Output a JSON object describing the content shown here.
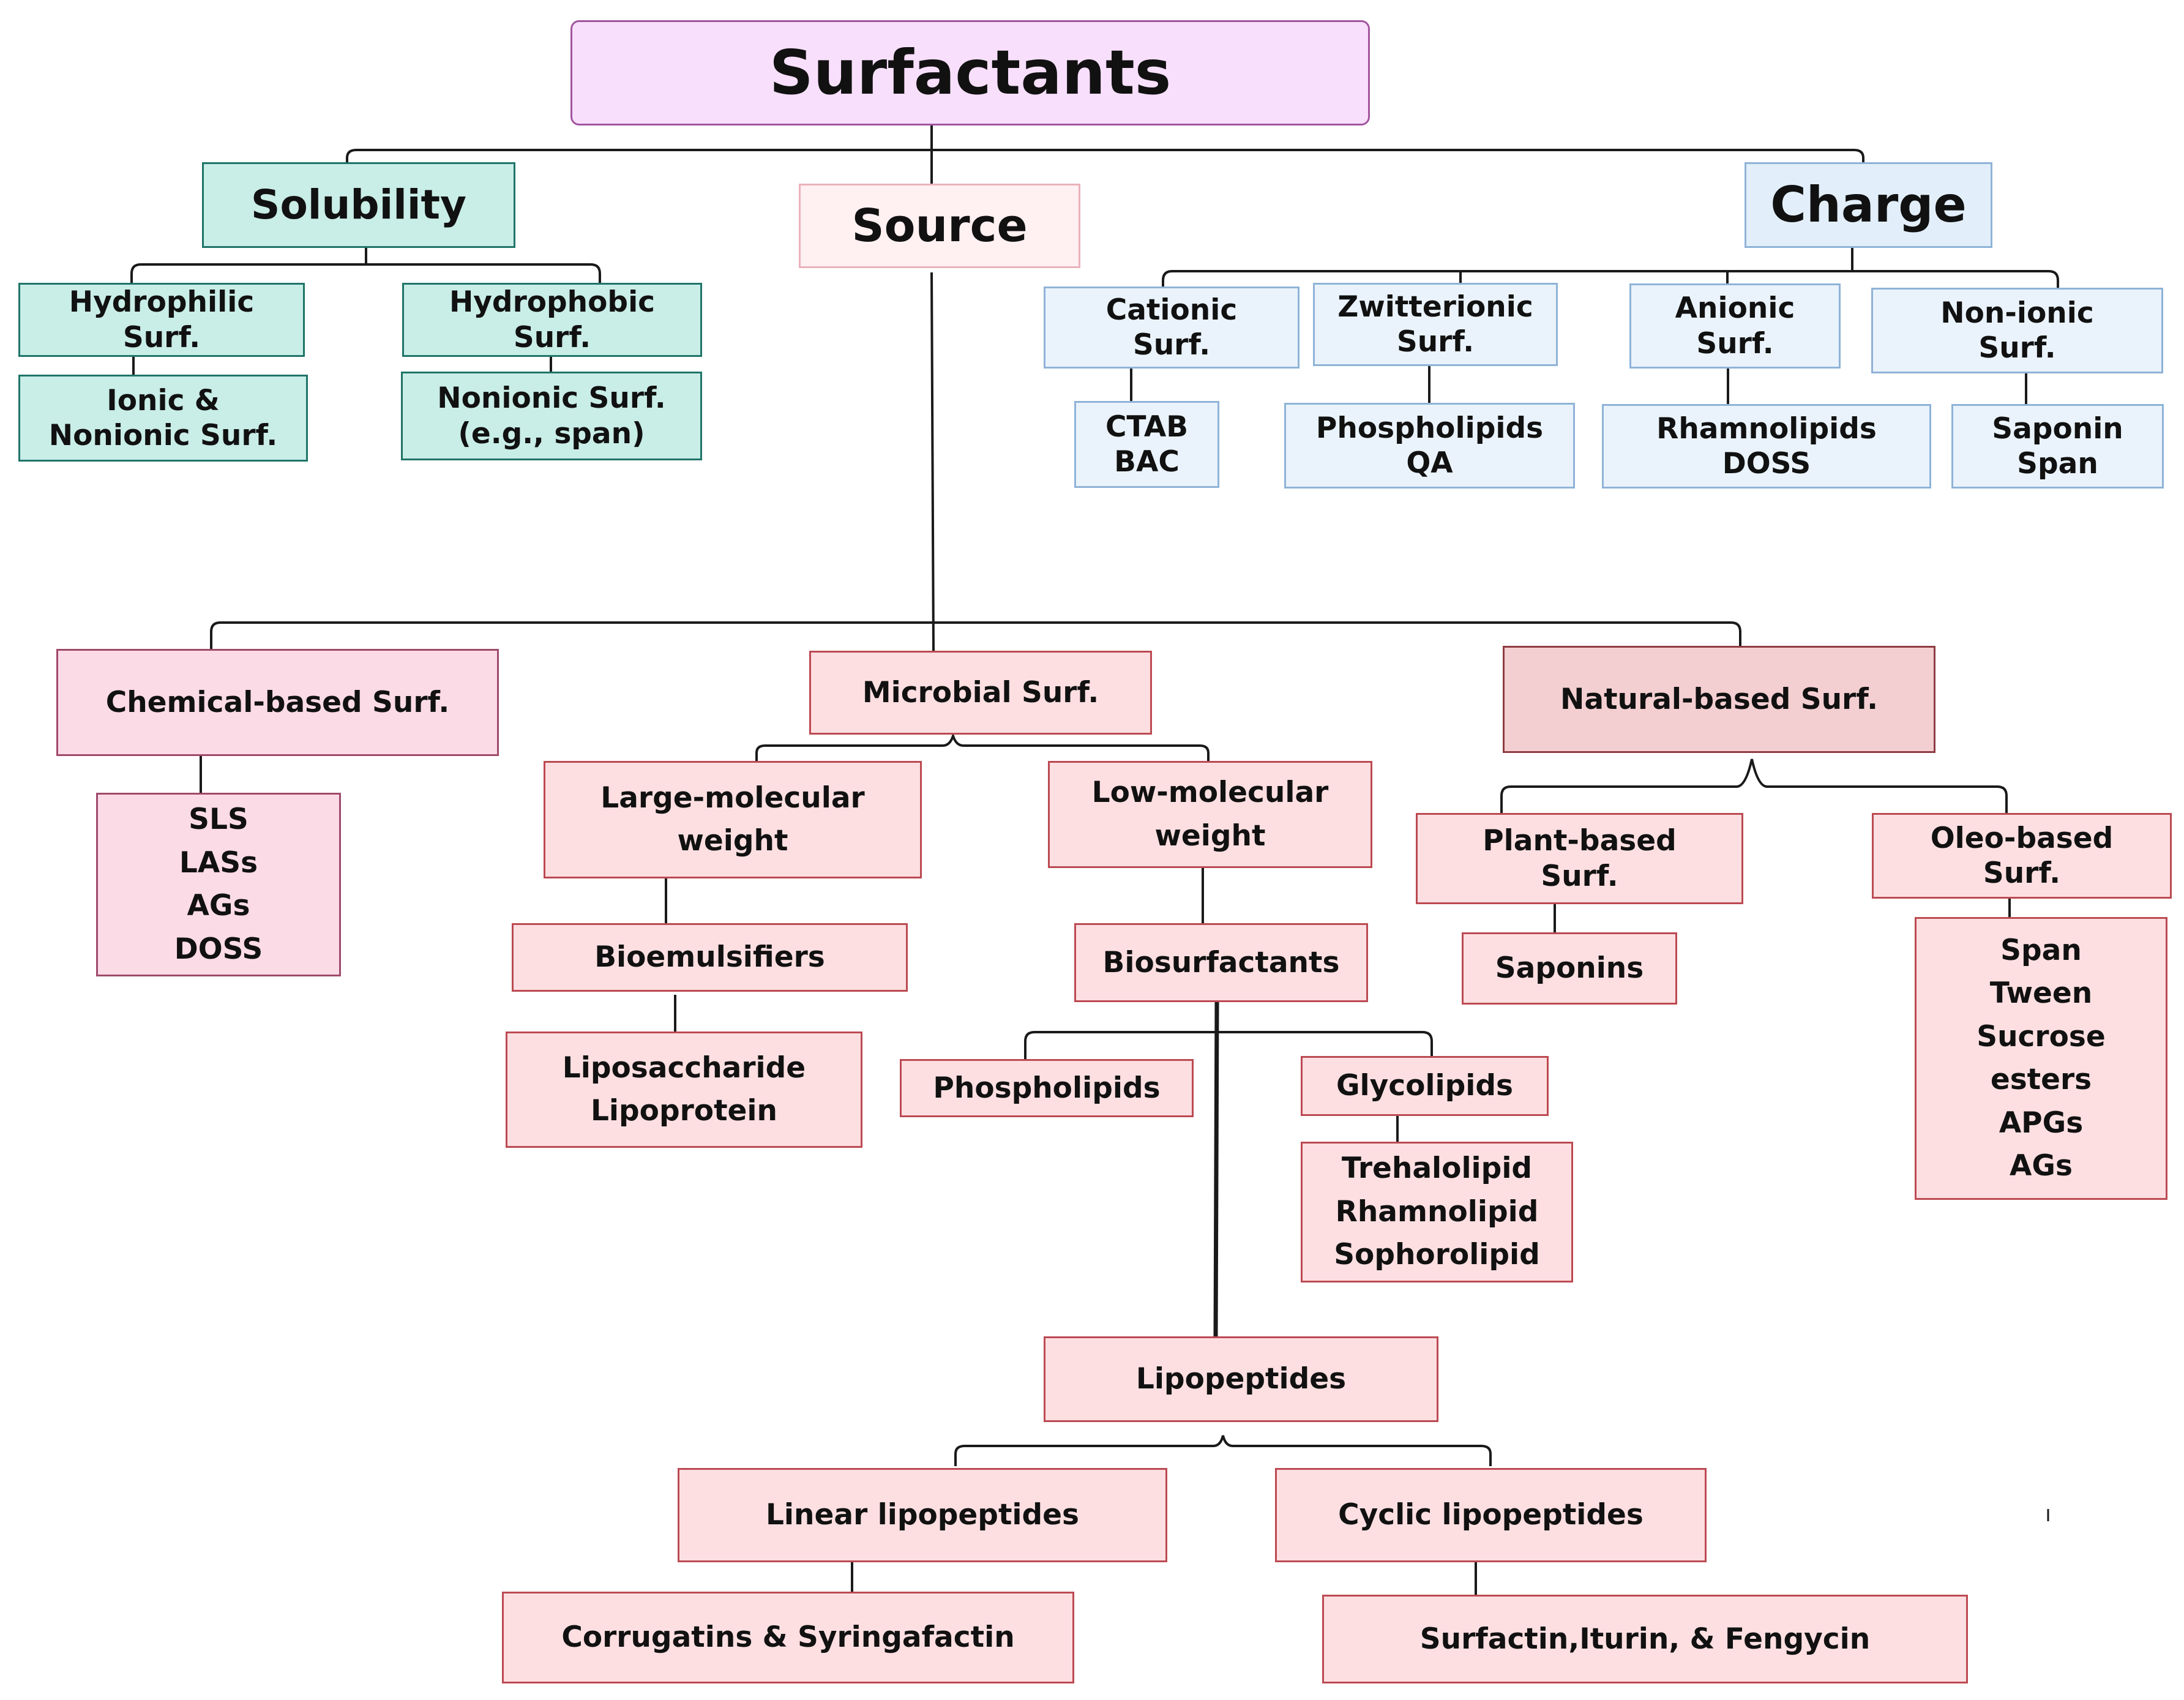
{
  "title": "Surfactants",
  "categories": {
    "solubility": "Solubility",
    "source": "Source",
    "charge": "Charge"
  },
  "solubility": {
    "hydrophilic": [
      "Hydrophilic",
      "Surf."
    ],
    "hydrophilic_examples": [
      "Ionic &",
      "Nonionic Surf."
    ],
    "hydrophobic": [
      "Hydrophobic",
      "Surf."
    ],
    "hydrophobic_examples": [
      "Nonionic Surf.",
      "(e.g., span)"
    ]
  },
  "charge": {
    "cationic": [
      "Cationic",
      "Surf."
    ],
    "cationic_examples": [
      "CTAB",
      "BAC"
    ],
    "zwitterionic": [
      "Zwitterionic",
      "Surf."
    ],
    "zwitterionic_examples": [
      "Phospholipids",
      "QA"
    ],
    "anionic": [
      "Anionic",
      "Surf."
    ],
    "anionic_examples": [
      "Rhamnolipids",
      "DOSS"
    ],
    "nonionic": [
      "Non-ionic",
      "Surf."
    ],
    "nonionic_examples": [
      "Saponin",
      "Span"
    ]
  },
  "source": {
    "chemical": "Chemical-based Surf.",
    "chemical_examples": [
      "SLS",
      "LASs",
      "AGs",
      "DOSS"
    ],
    "microbial": "Microbial Surf.",
    "natural": "Natural-based Surf.",
    "large_mw": [
      "Large-molecular",
      "weight"
    ],
    "bioemulsifiers": "Bioemulsifiers",
    "bioemulsifier_examples": [
      "Liposaccharide",
      "Lipoprotein"
    ],
    "low_mw": [
      "Low-molecular",
      "weight"
    ],
    "biosurfactants": "Biosurfactants",
    "phospholipids": "Phospholipids",
    "glycolipids": "Glycolipids",
    "glycolipid_examples": [
      "Trehalolipid",
      "Rhamnolipid",
      "Sophorolipid"
    ],
    "lipopeptides": "Lipopeptides",
    "linear": "Linear lipopeptides",
    "linear_examples": "Corrugatins & Syringafactin",
    "cyclic": "Cyclic lipopeptides",
    "cyclic_examples": "Surfactin,Iturin, & Fengycin",
    "plant": [
      "Plant-based",
      "Surf."
    ],
    "plant_examples": "Saponins",
    "oleo": [
      "Oleo-based",
      "Surf."
    ],
    "oleo_examples": [
      "Span",
      "Tween",
      "Sucrose",
      "esters",
      "APGs",
      "AGs"
    ]
  }
}
